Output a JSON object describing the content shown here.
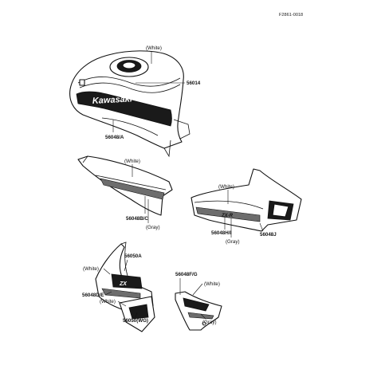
{
  "reference_code": "F2861-0018",
  "parts": {
    "tank": {
      "color_note": "(White)",
      "upper_part": "56014",
      "lower_part": "56048/A",
      "logo_text": "Kawasaki"
    },
    "side_cover": {
      "color_note_top": "(White)",
      "part": "56048B/C",
      "color_note_bottom": "(Gray)"
    },
    "tail_cowl": {
      "color_note_top": "(White)",
      "part_left": "56048H/I",
      "color_note_bottom": "(Gray)",
      "part_right": "56048J",
      "logo_text": "ZX-R"
    },
    "upper_cowl": {
      "part_top": "56050A",
      "color_note_left": "(White)",
      "part_left": "56048D/E",
      "color_note_lower": "(White)",
      "part_bottom": "56050(WG)",
      "logo_text": "ZX"
    },
    "lower_cowl": {
      "part": "56048F/G",
      "color_note_top": "(White)",
      "color_note_bottom": "(Gray)"
    }
  }
}
